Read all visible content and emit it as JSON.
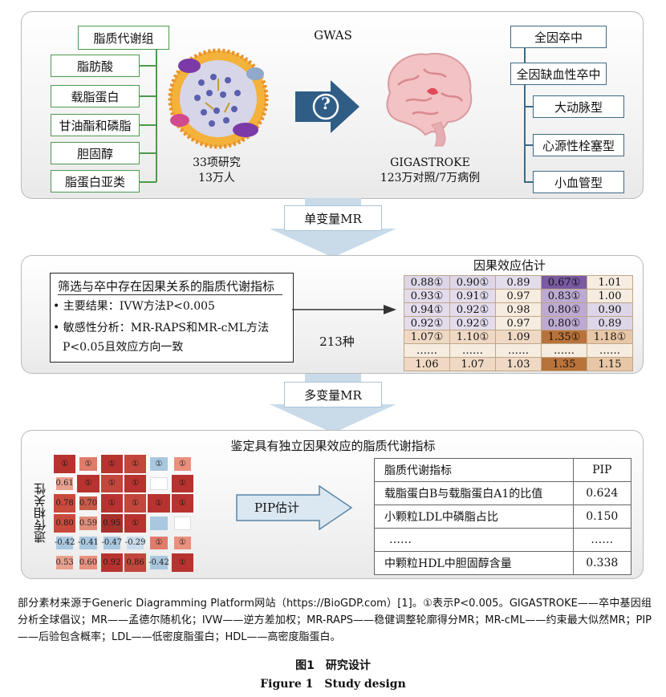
{
  "panel1": {
    "gwas_label": "GWAS",
    "lipid_root": "脂质代谢组",
    "lipid_items": [
      "脂肪酸",
      "载脂蛋白",
      "甘油酯和磷脂",
      "胆固醇",
      "脂蛋白亚类"
    ],
    "gwas_study_line1": "33项研究",
    "gwas_study_line2": "13万人",
    "question_mark": "?",
    "gigastroke_line1": "GIGASTROKE",
    "gigastroke_line2": "123万对照/7万病例",
    "stroke_root": "全因卒中",
    "stroke_mid": "全因缺血性卒中",
    "stroke_subtypes": [
      "大动脉型",
      "心源性栓塞型",
      "小血管型"
    ]
  },
  "stage1_label": "单变量MR",
  "panel2": {
    "criteria_title": "筛选与卒中存在因果关系的脂质代谢指标",
    "criteria_line1": "• 主要结果：IVW方法P<0.005",
    "criteria_line2": "• 敏感性分析：MR-RAPS和MR-cML方法",
    "criteria_line3": "P<0.05且效应方向一致",
    "count_label": "213种",
    "effect_title": "因果效应估计",
    "effect_rows": [
      [
        "0.88①",
        "0.90①",
        "0.89",
        "0.67①",
        "1.01"
      ],
      [
        "0.93①",
        "0.91①",
        "0.97",
        "0.83①",
        "1.00"
      ],
      [
        "0.94①",
        "0.92①",
        "0.98",
        "0.80①",
        "0.90"
      ],
      [
        "0.92①",
        "0.92①",
        "0.97",
        "0.80①",
        "0.89"
      ],
      [
        "1.07①",
        "1.10①",
        "1.09",
        "1.35①",
        "1.18①"
      ],
      [
        "……",
        "……",
        "……",
        "……",
        "……"
      ],
      [
        "1.06",
        "1.07",
        "1.03",
        "1.35",
        "1.15"
      ]
    ],
    "effect_colors": [
      [
        "#ddd6e8",
        "#ddd6e8",
        "#e3dcec",
        "#7a5aa2",
        "#f6ecdf"
      ],
      [
        "#e3dcec",
        "#e3dcec",
        "#f6ecdf",
        "#bcaad3",
        "#f6ecdf"
      ],
      [
        "#e3dcec",
        "#e3dcec",
        "#f6ecdf",
        "#bcaad3",
        "#ddd6e8"
      ],
      [
        "#e3dcec",
        "#e3dcec",
        "#f6ecdf",
        "#bcaad3",
        "#ddd6e8"
      ],
      [
        "#efd9c4",
        "#efd9c4",
        "#efd9c4",
        "#b8733a",
        "#e8c7a6"
      ],
      [
        "#f6ecdf",
        "#f6ecdf",
        "#f6ecdf",
        "#f6ecdf",
        "#f6ecdf"
      ],
      [
        "#efd9c4",
        "#efd9c4",
        "#efd9c4",
        "#b8733a",
        "#e8c7a6"
      ]
    ]
  },
  "stage2_label": "多变量MR",
  "panel3": {
    "title": "鉴定具有独立因果效应的脂质代谢指标",
    "heatmap_ylabel": "遗传相关性",
    "heatmap_cells": [
      [
        "①",
        "①",
        "①",
        "①",
        "①",
        "①"
      ],
      [
        "0.61",
        "①",
        "①",
        "①",
        "",
        "①"
      ],
      [
        "0.78",
        "0.70",
        "①",
        "①",
        "①",
        "①"
      ],
      [
        "0.80",
        "0.59",
        "0.95",
        "①",
        "",
        ""
      ],
      [
        "-0.42",
        "-0.41",
        "-0.47",
        "-0.29",
        "①",
        "①"
      ],
      [
        "0.53",
        "0.60",
        "0.92",
        "0.86",
        "-0.42",
        "①"
      ]
    ],
    "heatmap_colors": [
      [
        "#b8332f",
        "#e07c6a",
        "#b8332f",
        "#c2463c",
        "#a9c8e0",
        "#e9907e"
      ],
      [
        "#e9a08e",
        "#b8332f",
        "#c2463c",
        "#b8332f",
        "#ffffff",
        "#b8332f"
      ],
      [
        "#c84a3c",
        "#c85a48",
        "#b8332f",
        "#c2463c",
        "#b8332f",
        "#b8332f"
      ],
      [
        "#c84a3c",
        "#e08e7a",
        "#a8302c",
        "#b8332f",
        "#a9c8e0",
        "#ffffff"
      ],
      [
        "#a9c8e0",
        "#a9c8e0",
        "#a9c8e0",
        "#c8dcec",
        "#e07c6a",
        "#e9907e"
      ],
      [
        "#e9a08e",
        "#e9907e",
        "#b8332f",
        "#c2463c",
        "#a9c8e0",
        "#b8332f"
      ]
    ],
    "arrow_label": "PIP估计",
    "table_header": [
      "脂质代谢指标",
      "PIP"
    ],
    "table_rows": [
      [
        "载脂蛋白B与载脂蛋白A1的比值",
        "0.624"
      ],
      [
        "小颗粒LDL中磷脂占比",
        "0.150"
      ],
      [
        "……",
        "……"
      ],
      [
        "中颗粒HDL中胆固醇含量",
        "0.338"
      ]
    ]
  },
  "footnote": "部分素材来源于Generic Diagramming Platform网站（https://BioGDP.com）[1]。①表示P<0.005。GIGASTROKE——卒中基因组分析全球倡议；MR——孟德尔随机化；IVW——逆方差加权；MR-RAPS——稳健调整轮廓得分MR；MR-cML——约束最大似然MR；PIP——后验包含概率；LDL——低密度脂蛋白；HDL——高密度脂蛋白。",
  "caption_cn": "图1　研究设计",
  "caption_en": "Figure 1　Study design"
}
